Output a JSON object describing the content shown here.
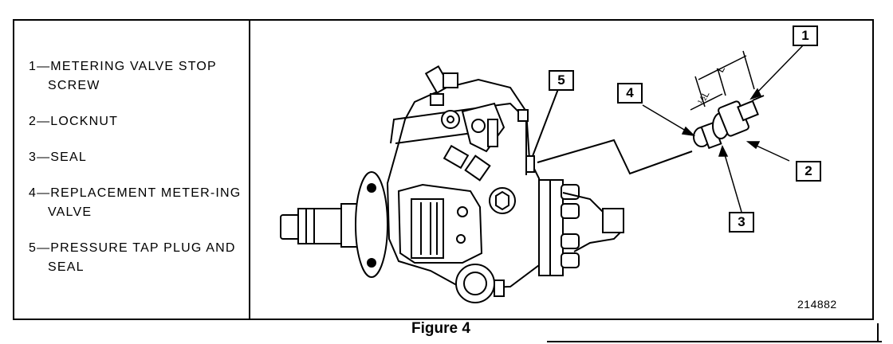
{
  "legend": [
    "1—METERING VALVE STOP SCREW",
    "2—LOCKNUT",
    "3—SEAL",
    "4—REPLACEMENT METER-ING VALVE",
    "5—PRESSURE TAP PLUG AND SEAL"
  ],
  "callouts": [
    "1",
    "2",
    "3",
    "4",
    "5"
  ],
  "dimension_labels": [
    "L",
    "½L"
  ],
  "drawing_number": "214882",
  "caption": "Figure 4"
}
